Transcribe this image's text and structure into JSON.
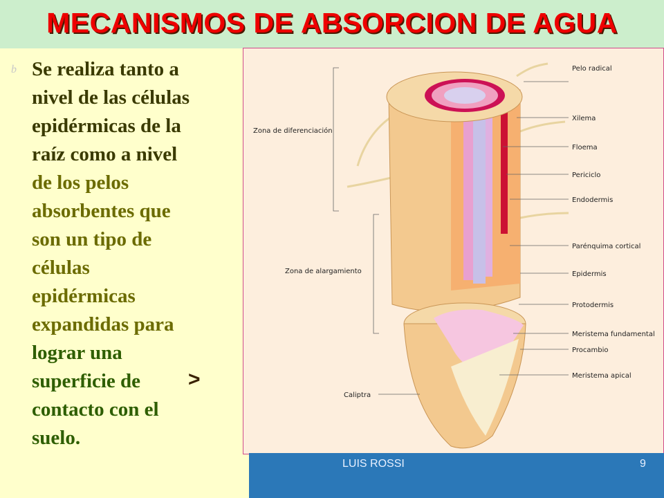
{
  "title": "MECANISMOS DE ABSORCION DE AGUA",
  "bullet": {
    "marker": "b",
    "lines": [
      "Se realiza tanto a",
      "nivel de las células",
      "epidérmicas  de la",
      "raíz como  a nivel",
      "de los pelos",
      "absorbentes que",
      "son un tipo de",
      "células",
      "epidérmicas",
      "expandidas para",
      "lograr una",
      "superficie de",
      "contacto con el",
      "suelo."
    ],
    "symbol": ">"
  },
  "diagram": {
    "zones": [
      "Zona de diferenciación",
      "Zona de alargamiento"
    ],
    "labels": {
      "pelo_radical": "Pelo radical",
      "xilema": "Xilema",
      "floema": "Floema",
      "periciclo": "Periciclo",
      "endodermis": "Endodermis",
      "parenquima": "Parénquima cortical",
      "epidermis": "Epidermis",
      "protodermis": "Protodermis",
      "meristema_fundamental": "Meristema fundamental",
      "procambio": "Procambio",
      "meristema_apical": "Meristema apical",
      "caliptra": "Caliptra"
    }
  },
  "footer": {
    "author": "LUIS ROSSI",
    "page": "9"
  }
}
